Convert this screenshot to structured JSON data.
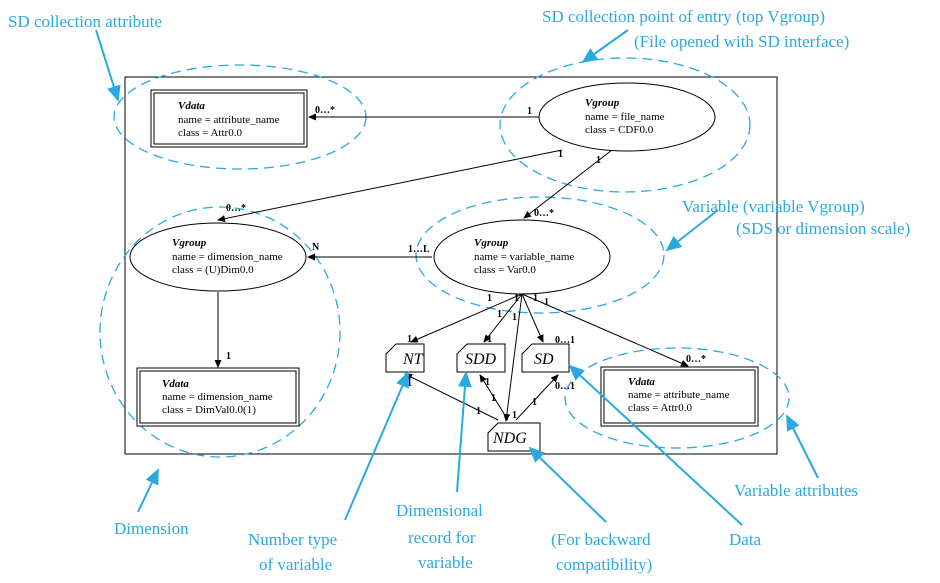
{
  "callouts": {
    "sd_collection_attribute": "SD collection attribute",
    "entry_point_line1": "SD collection point of entry (top Vgroup)",
    "entry_point_line2": "(File opened with SD interface)",
    "variable_line1": "Variable (variable Vgroup)",
    "variable_line2": "(SDS or dimension scale)",
    "dimension": "Dimension",
    "number_type_line1": "Number type",
    "number_type_line2": "of variable",
    "dim_record_line1": "Dimensional",
    "dim_record_line2": "record for",
    "dim_record_line3": "variable",
    "backward_line1": "(For backward",
    "backward_line2": "compatibility)",
    "data": "Data",
    "variable_attributes": "Variable attributes"
  },
  "nodes": {
    "attr_vdata": {
      "title": "Vdata",
      "name": "name = attribute_name",
      "class": "class = Attr0.0"
    },
    "top_vgroup": {
      "title": "Vgroup",
      "name": "name = file_name",
      "class": "class = CDF0.0"
    },
    "dim_vgroup": {
      "title": "Vgroup",
      "name": "name = dimension_name",
      "class": "class = (U)Dim0.0"
    },
    "var_vgroup": {
      "title": "Vgroup",
      "name": "name = variable_name",
      "class": "class = Var0.0"
    },
    "dim_vdata": {
      "title": "Vdata",
      "name": "name = dimension_name",
      "class": "class = DimVal0.0(1)"
    },
    "var_attr_vdata": {
      "title": "Vdata",
      "name": "name = attribute_name",
      "class": "class = Attr0.0"
    }
  },
  "tags": {
    "nt": "NT",
    "sdd": "SDD",
    "sd": "SD",
    "ndg": "NDG"
  },
  "multiplicities": {
    "top_to_attr_from": "1",
    "top_to_attr_to": "0…*",
    "top_to_dim_from": "1",
    "top_to_dim_to": "0…*",
    "top_to_var_from": "1",
    "top_to_var_to": "0…*",
    "var_to_dim_from": "1…L",
    "var_to_dim_to": "N",
    "dim_to_vdata_to": "1",
    "var_to_nt": "1",
    "var_to_sdd": "1",
    "var_to_ndg": "1",
    "var_to_sd_from": "1",
    "var_to_varattr_from": "1",
    "nt_end": "1",
    "sdd_end": "1",
    "sd_end": "0…1",
    "ndg_to_nt_end": "1",
    "ndg_to_sdd_from": "1",
    "ndg_to_sdd_to": "1",
    "ndg_to_sd_from": "1",
    "ndg_to_sd_to": "0…1",
    "ndg_top": "1",
    "nt_to_var_end": "1",
    "sdd_top": "1",
    "varattr_end": "0…*"
  },
  "colors": {
    "callout": "#2aa9e0",
    "line": "#000000",
    "background": "#ffffff"
  }
}
